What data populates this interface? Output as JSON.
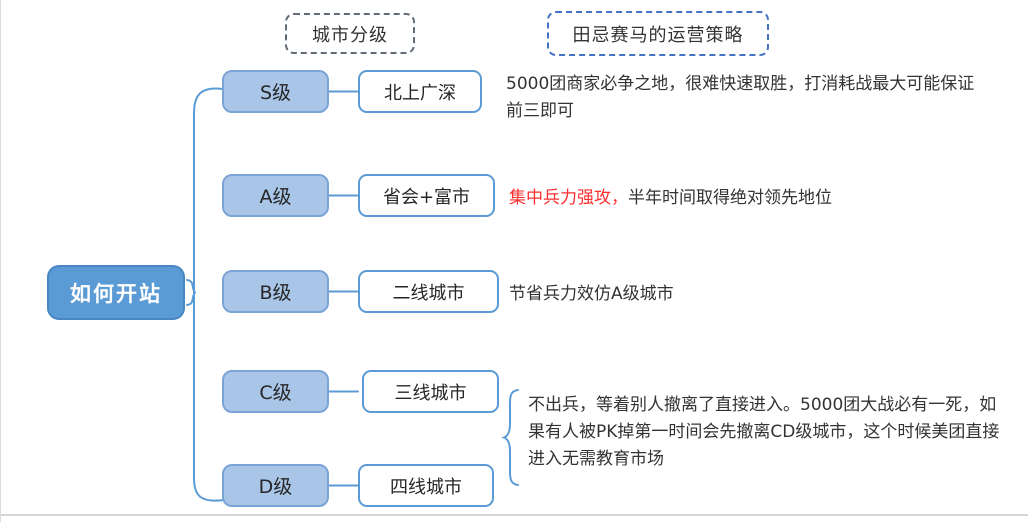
{
  "headers": {
    "city_tier_label": "城市分级",
    "strategy_label": "田忌赛马的运营策略"
  },
  "root": {
    "label": "如何开站"
  },
  "rows": [
    {
      "level": "S级",
      "city": "北上广深",
      "note": "5000团商家必争之地，很难快速取胜，打消耗战最大可能保证前三即可"
    },
    {
      "level": "A级",
      "city": "省会+富市",
      "note_highlight": "集中兵力强攻，",
      "note": "半年时间取得绝对领先地位"
    },
    {
      "level": "B级",
      "city": "二线城市",
      "note": "节省兵力效仿A级城市"
    },
    {
      "level": "C级",
      "city": "三线城市"
    },
    {
      "level": "D级",
      "city": "四线城市"
    }
  ],
  "group_note": "不出兵，等着别人撤离了直接进入。5000团大战必有一死，如果有人被PK掉第一时间会先撤离CD级城市，这个时候美团直接进入无需教育市场",
  "colors": {
    "accent_blue": "#5b9bd5",
    "level_node_fill": "#a9c6e8",
    "level_node_border": "#7aa4d6",
    "root_fill": "#5b9bd5",
    "highlight_red": "#fb2e2e",
    "dashed_gray_border": "#5f6b77",
    "dashed_blue_border": "#4472c4",
    "body_text": "#333333"
  }
}
